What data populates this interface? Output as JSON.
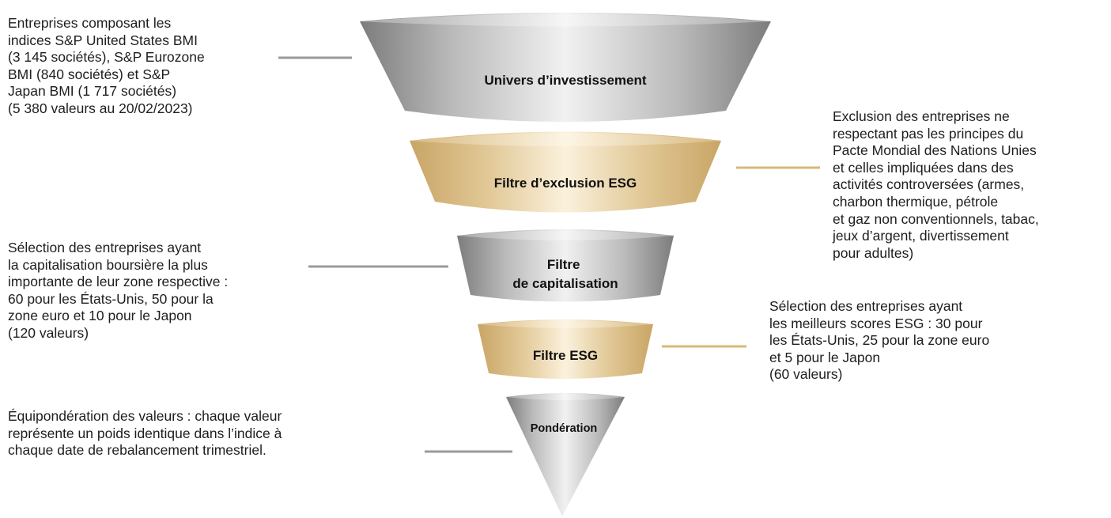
{
  "colors": {
    "silver": "#b5b5b5",
    "gold": "#ddc48e",
    "connector_silver": "#9a9a9a",
    "connector_gold": "#d9b878"
  },
  "stages": [
    {
      "label": "Univers d’investissement",
      "color": "silver",
      "description": "Entreprises composant les\nindices S&P United States BMI\n(3 145 sociétés), S&P Eurozone\nBMI (840 sociétés) et S&P\nJapan BMI (1 717 sociétés)\n(5 380 valeurs au 20/02/2023)"
    },
    {
      "label": "Filtre d’exclusion ESG",
      "color": "gold",
      "description": "Exclusion des entreprises ne\nrespectant pas les principes du\nPacte Mondial des Nations Unies\net celles impliquées dans des\nactivités controversées (armes,\ncharbon thermique, pétrole\net gaz non conventionnels, tabac,\njeux d’argent, divertissement\npour adultes)"
    },
    {
      "label_lines": [
        "Filtre",
        "de capitalisation"
      ],
      "color": "silver",
      "description": "Sélection des entreprises ayant\nla capitalisation boursière la plus\nimportante de leur zone respective :\n60 pour les États-Unis, 50 pour la\nzone euro et 10 pour le Japon\n(120 valeurs)"
    },
    {
      "label": "Filtre ESG",
      "color": "gold",
      "description": "Sélection des entreprises ayant\nles meilleurs scores ESG : 30 pour\nles États-Unis, 25 pour la zone euro\net 5 pour le Japon\n(60 valeurs)"
    },
    {
      "label": "Pondération",
      "color": "silver",
      "description": "Équipondération des valeurs : chaque valeur\nreprésente un poids identique dans l’indice à\nchaque date de rebalancement trimestriel."
    }
  ]
}
